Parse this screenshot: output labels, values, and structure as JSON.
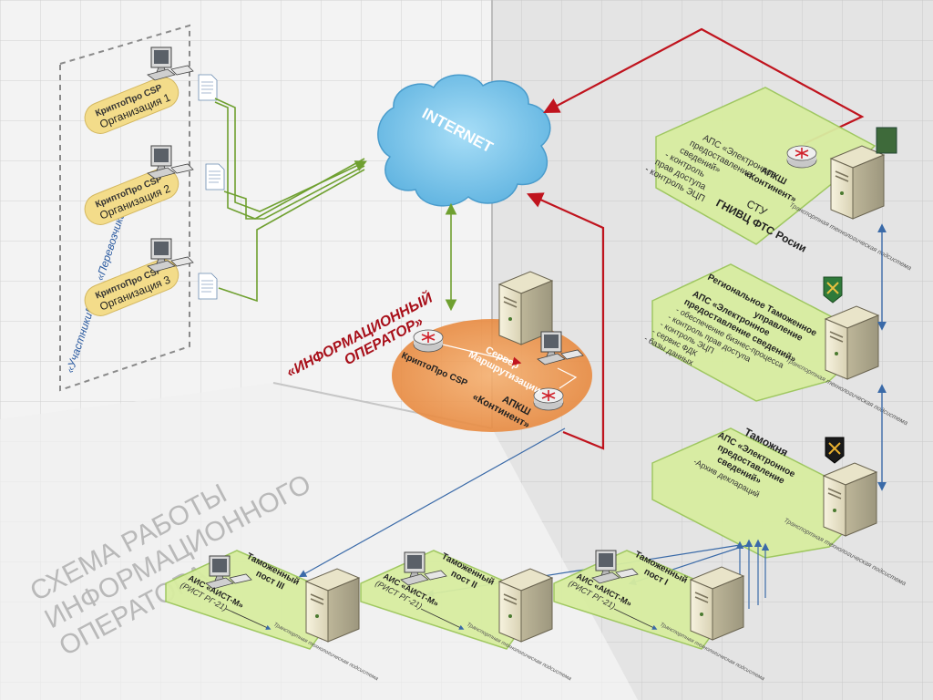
{
  "title": {
    "line1": "СХЕМА РАБОТЫ",
    "line2": "ИНФОРМАЦИОННОГО",
    "line3": "ОПЕРАТОРА"
  },
  "internet": {
    "label": "INTERNET"
  },
  "participants_group": {
    "label": "«УчастникиВЭД», «Перевозчики»"
  },
  "organizations": [
    {
      "crypto": "КриптоПро CSP",
      "name": "Организация 1"
    },
    {
      "crypto": "КриптоПро CSP",
      "name": "Организация 2"
    },
    {
      "crypto": "КриптоПро CSP",
      "name": "Организация 3"
    }
  ],
  "operator": {
    "label_line1": "«ИНФОРМАЦИОННЫЙ",
    "label_line2": "ОПЕРАТОР»",
    "crypto": "КриптоПро CSP",
    "server_line1": "Сервер",
    "server_line2": "Маршрутизации",
    "apksh_line1": "АПКШ",
    "apksh_line2": "«Континент»"
  },
  "fts": {
    "aps_line1": "АПС «Электронное",
    "aps_line2": "предоставление",
    "aps_line3": "сведений»",
    "bullets": [
      "- контроль",
      "  прав доступа",
      "- контроль ЭЦП"
    ],
    "apksh_line1": "АПКШ",
    "apksh_line2": "«Континент»",
    "name_line1": "СТУ",
    "name_line2": "ГНИВЦ ФТС Росии",
    "transport": "Транспортная технологическая подсистема"
  },
  "regional": {
    "title_line1": "Региональное Таможенное",
    "title_line2": "управление",
    "aps_line1": "АПС «Электронное",
    "aps_line2": "предоставление сведений»",
    "bullets": [
      "- обеспечение бизнес-процесса",
      "- контроль прав доступа",
      "- контроль ЭЦП",
      "- сервис ФДК",
      "- базы данных"
    ],
    "transport": "Транспортная технологическая подсистема"
  },
  "customs": {
    "title": "Таможня",
    "aps_line1": "АПС «Электронное",
    "aps_line2": "предоставление",
    "aps_line3": "сведений»",
    "bullets": [
      "-Архив деклараций"
    ],
    "transport": "Транспортная технологическая подсистема"
  },
  "posts": [
    {
      "title_line1": "Таможенный",
      "title_line2": "пост III",
      "ais": "АИС «АИСТ-М»",
      "rist": "(РИСТ РГ-21)",
      "transport": "Транспортная технологическая подсистема"
    },
    {
      "title_line1": "Таможенный",
      "title_line2": "пост II",
      "ais": "АИС «АИСТ-М»",
      "rist": "(РИСТ РГ-21)",
      "transport": "Транспортная технологическая подсистема"
    },
    {
      "title_line1": "Таможенный",
      "title_line2": "пост I",
      "ais": "АИС «АИСТ-М»",
      "rist": "(РИСТ РГ-21)",
      "transport": "Транспортная технологическая подсистема"
    }
  ],
  "colors": {
    "wall_light": "#f2f2f2",
    "grid": "#c8c8c8",
    "green_panel": "#d8eda0",
    "green_edge": "#9cc65a",
    "yellow_tag": "#f3dc8a",
    "orange_disc": "#f0a05a",
    "red_line": "#c0141e",
    "green_line": "#6fa030",
    "blue_line": "#3a6aa8",
    "cloud": "#7fc8ec"
  }
}
